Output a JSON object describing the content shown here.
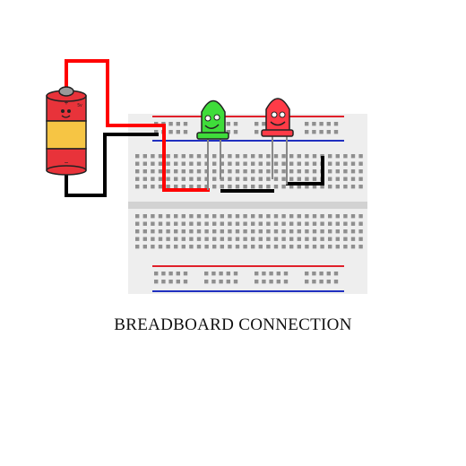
{
  "caption": "BREADBOARD CONNECTION",
  "battery": {
    "label_plus": "+",
    "label_minus": "−",
    "label_voltage": "5v",
    "colors": {
      "top": "#e8333a",
      "middle": "#f6c544",
      "bottom": "#e8333a",
      "cap": "#9a9a9a"
    }
  },
  "leds": [
    {
      "name": "green-led",
      "color": "#3fdc3a"
    },
    {
      "name": "red-led",
      "color": "#ff3b47"
    }
  ],
  "wires": {
    "positive_color": "#ff0000",
    "negative_color": "#000000"
  },
  "breadboard": {
    "body_color": "#eeeeee",
    "hole_color": "#8f8f8f",
    "rail_red": "#e0202a",
    "rail_blue": "#2030c0"
  }
}
